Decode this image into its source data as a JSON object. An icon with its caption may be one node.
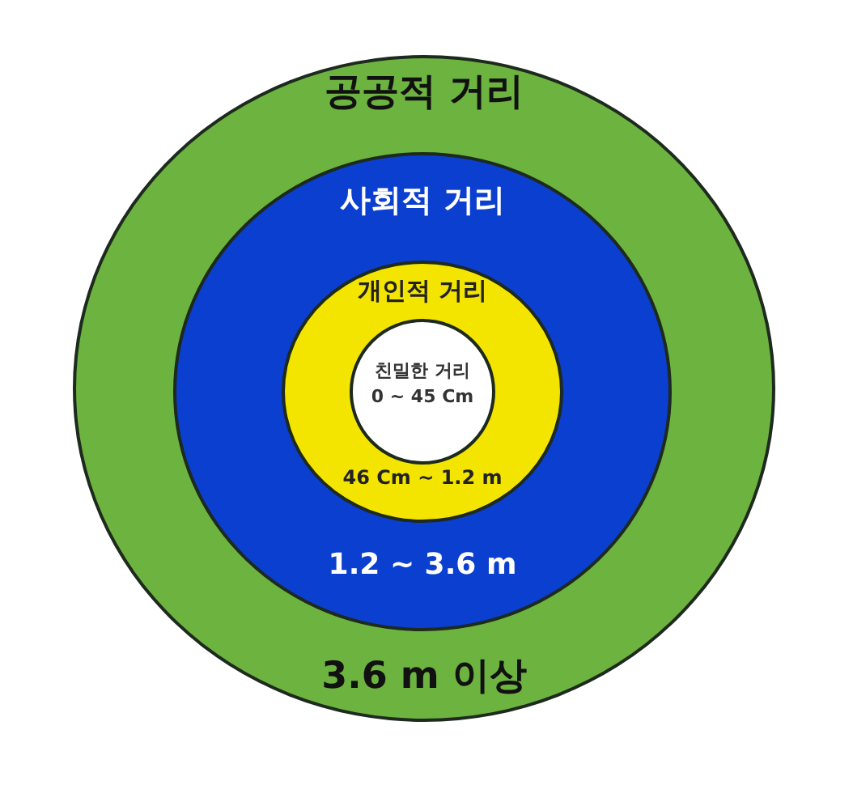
{
  "diagram": {
    "nodes": [
      {
        "text": [
          "공공적 거리",
          "3.6 m 이상"
        ]
      },
      {
        "text": [
          "사회적 거리",
          "1.2 ~ 3.6 m"
        ],
        "in": 0
      },
      {
        "text": [
          "개인적 거리",
          "46 Cm ~ 1.2 m"
        ],
        "in": 1
      },
      {
        "text": [
          "친밀한 거리",
          "0 ~ 45 Cm"
        ],
        "in": 2
      }
    ]
  }
}
